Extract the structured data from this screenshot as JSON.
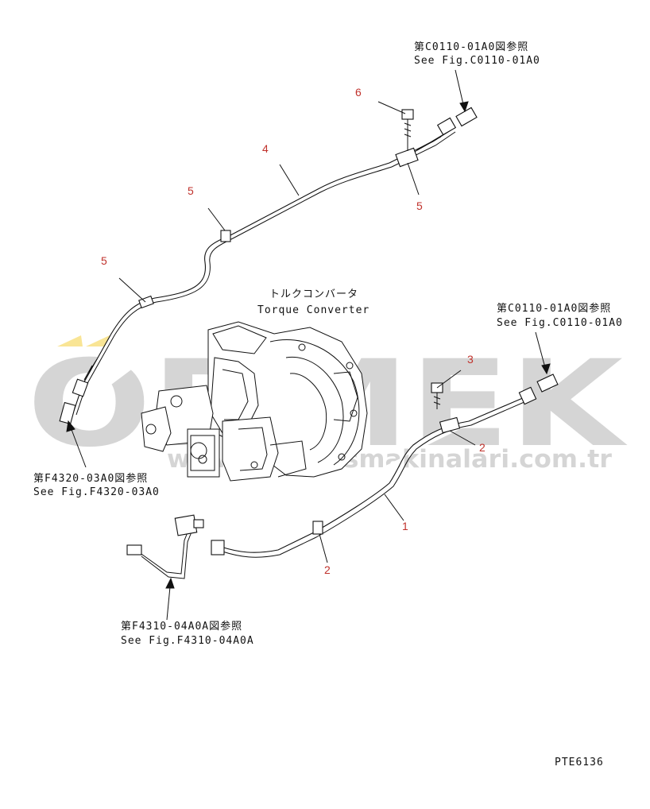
{
  "watermark": {
    "brand": "ORMEK",
    "url": "www.ormekismakinalari.com.tr",
    "accent_color": "#f5d040",
    "text_color": "#b4b4b4"
  },
  "section": {
    "jp": "トルクコンバータ",
    "en": "Torque Converter"
  },
  "references": {
    "ref_top_right": {
      "jp": "第C0110-01A0図参照",
      "en": "See Fig.C0110-01A0"
    },
    "ref_mid_right": {
      "jp": "第C0110-01A0図参照",
      "en": "See Fig.C0110-01A0"
    },
    "ref_left": {
      "jp": "第F4320-03A0図参照",
      "en": "See Fig.F4320-03A0"
    },
    "ref_bottom": {
      "jp": "第F4310-04A0A図参照",
      "en": "See Fig.F4310-04A0A"
    }
  },
  "callouts": {
    "c1": "1",
    "c2a": "2",
    "c2b": "2",
    "c3": "3",
    "c4": "4",
    "c5a": "5",
    "c5b": "5",
    "c5c": "5",
    "c6": "6"
  },
  "callout_color": "#c0322c",
  "figure_id": "PTE6136"
}
